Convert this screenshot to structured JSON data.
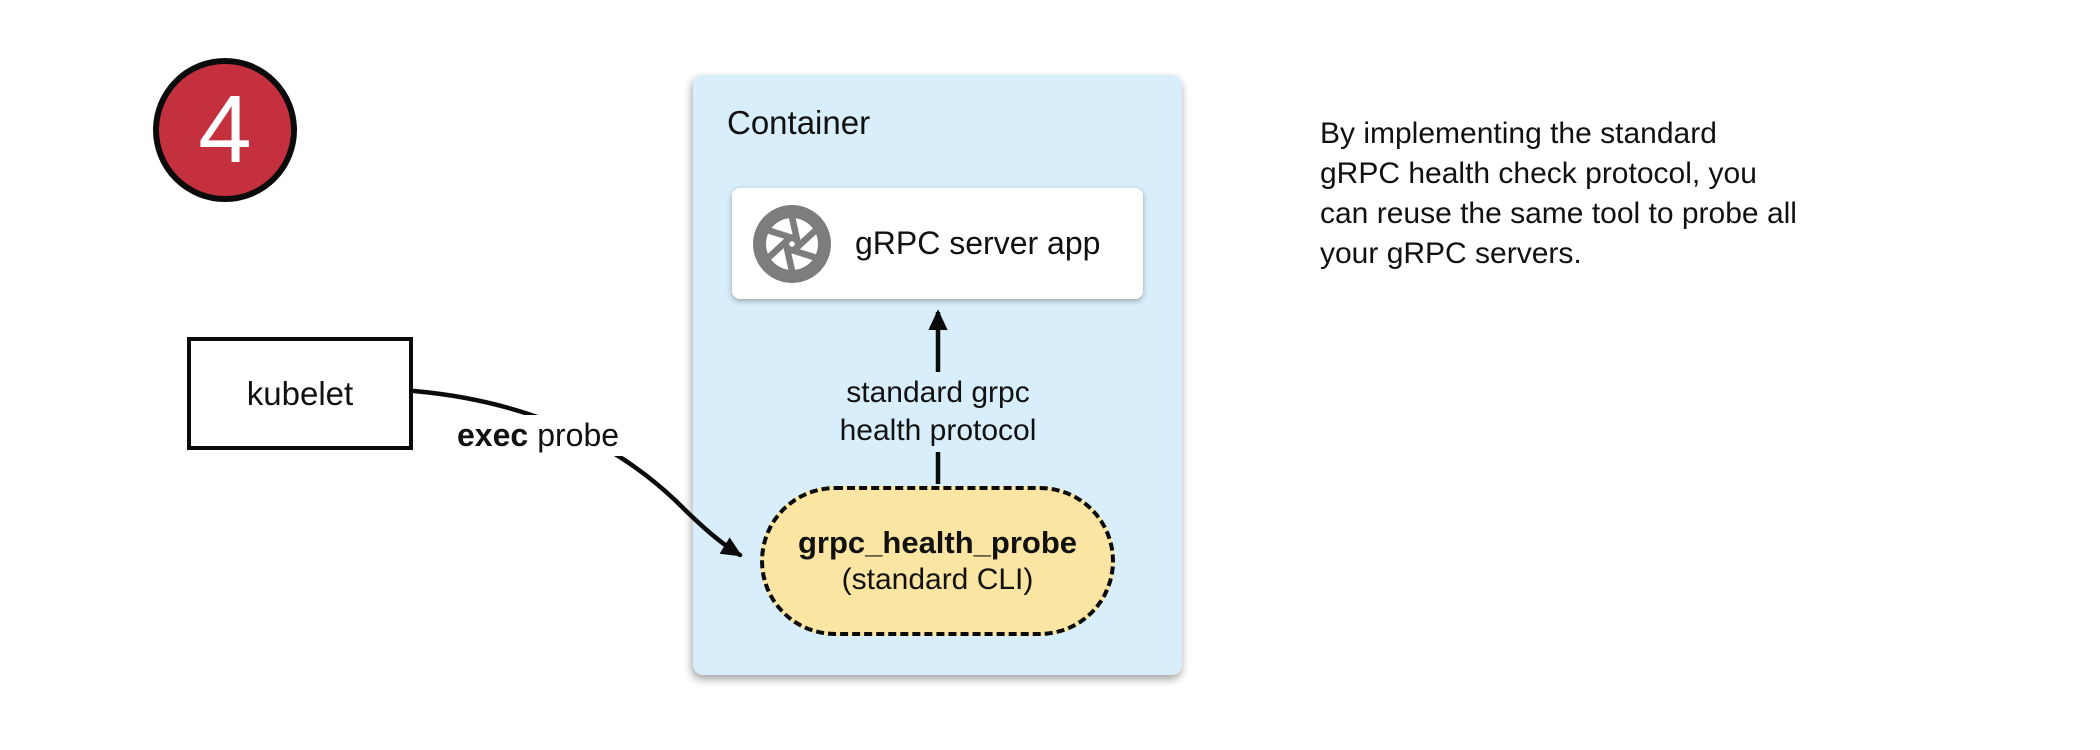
{
  "step_badge": {
    "number": "4"
  },
  "kubelet": {
    "label": "kubelet"
  },
  "container": {
    "label": "Container",
    "server_app": {
      "label": "gRPC server app",
      "icon": "aperture-icon"
    },
    "probe": {
      "title": "grpc_health_probe",
      "subtitle": "(standard CLI)"
    }
  },
  "edges": {
    "exec_probe": {
      "bold": "exec",
      "rest": "probe"
    },
    "health_protocol": {
      "line1": "standard grpc",
      "line2": "health protocol"
    }
  },
  "note": {
    "lines": [
      "By implementing the standard",
      "gRPC health check protocol, you",
      "can reuse the same tool to probe all",
      "your gRPC servers."
    ]
  },
  "colors": {
    "step_badge_bg": "#C5303E",
    "container_bg": "#D8EEFA",
    "probe_fill": "#FAE6A2",
    "icon_gray": "#7D7D7D",
    "stroke": "#0B0B0B"
  }
}
